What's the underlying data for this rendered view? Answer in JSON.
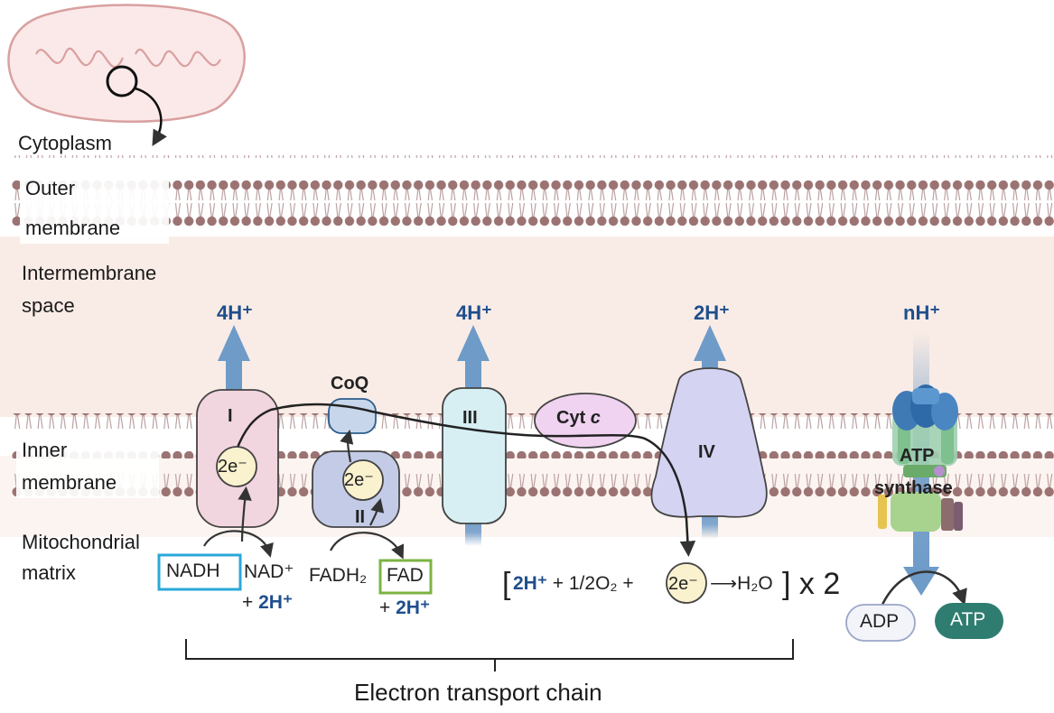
{
  "regions": {
    "cytoplasm": "Cytoplasm",
    "outer_membrane_1": "Outer",
    "outer_membrane_2": "membrane",
    "intermembrane_1": "Intermembrane",
    "intermembrane_2": "space",
    "inner_membrane_1": "Inner",
    "inner_membrane_2": "membrane",
    "matrix_1": "Mitochondrial",
    "matrix_2": "matrix"
  },
  "protons": {
    "c1": "4H⁺",
    "c3": "4H⁺",
    "c4": "2H⁺",
    "atp": "nH⁺"
  },
  "complexes": {
    "c1": "I",
    "c2": "II",
    "c3": "III",
    "c4": "IV",
    "coq": "CoQ",
    "cytc_prefix": "Cyt ",
    "cytc_suffix": "c",
    "atp_synthase_1": "ATP",
    "atp_synthase_2": "synthase"
  },
  "electrons": {
    "c1": "2e⁻",
    "c2": "2e⁻",
    "eq": "2e⁻"
  },
  "substrates": {
    "nadh": "NADH",
    "nad": "NAD⁺",
    "plus_2h_1": "+ ",
    "plus_2h_1_b": "2H⁺",
    "fadh2": "FADH₂",
    "fad": "FAD",
    "plus_2h_2": "+ ",
    "plus_2h_2_b": "2H⁺"
  },
  "equation": {
    "open": "[",
    "h": "2H⁺",
    "mid": " + 1/2O₂ + ",
    "arrow": "⟶H₂O",
    "close": "] x 2"
  },
  "atp": {
    "adp": "ADP",
    "atp": "ATP"
  },
  "footer": {
    "etc": "Electron transport chain"
  },
  "colors": {
    "membrane_head": "#9c7373",
    "intermembrane_bg": "#f9ece6",
    "proton_arrow": "#6e9bc8",
    "proton_text": "#1f4e8c",
    "complex_I": "#f1d5df",
    "complex_II": "#c3cbe6",
    "complex_III": "#d7eef3",
    "complex_IV": "#d5d3f2",
    "cytc": "#f0d3f0",
    "nadh_box": "#29a8d9",
    "fad_box": "#7cb342",
    "atp_pill": "#2e7d70"
  }
}
